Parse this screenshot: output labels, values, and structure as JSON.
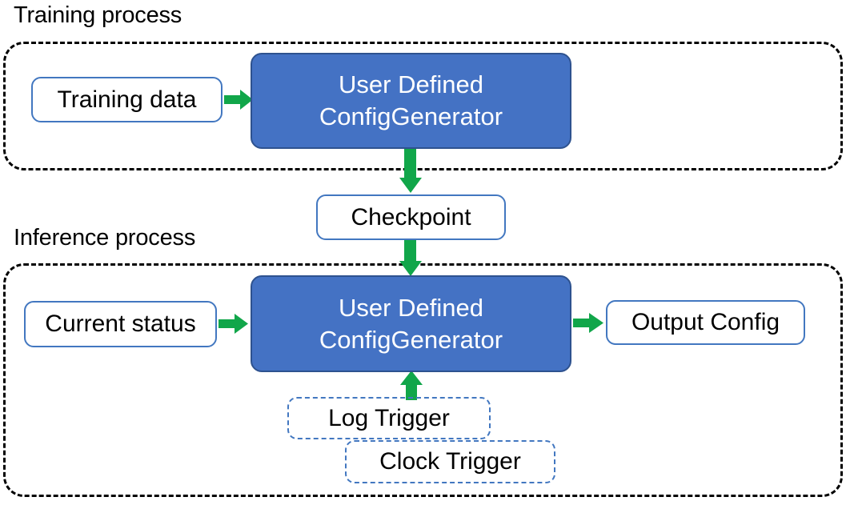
{
  "diagram": {
    "title_training": "Training process",
    "title_inference": "Inference process",
    "colors": {
      "process_box_fill": "#4472C4",
      "process_box_border": "#2E528F",
      "plain_box_border": "#4277C0",
      "trigger_box_border": "#4277C0",
      "arrow": "#11A64A",
      "container_border": "#000000",
      "text_dark": "#000000",
      "text_light": "#FFFFFF"
    },
    "nodes": {
      "training_data": "Training data",
      "udcg_training_line1": "User Defined",
      "udcg_training_line2": "ConfigGenerator",
      "checkpoint": "Checkpoint",
      "current_status": "Current status",
      "udcg_inference_line1": "User Defined",
      "udcg_inference_line2": "ConfigGenerator",
      "output_config": "Output Config",
      "log_trigger": "Log Trigger",
      "clock_trigger": "Clock Trigger"
    },
    "edges": [
      {
        "from": "training_data",
        "to": "udcg_training",
        "direction": "right"
      },
      {
        "from": "udcg_training",
        "to": "checkpoint",
        "direction": "down"
      },
      {
        "from": "checkpoint",
        "to": "udcg_inference",
        "direction": "down"
      },
      {
        "from": "current_status",
        "to": "udcg_inference",
        "direction": "right"
      },
      {
        "from": "udcg_inference",
        "to": "output_config",
        "direction": "right"
      },
      {
        "from": "log_trigger",
        "to": "udcg_inference",
        "direction": "up"
      }
    ]
  }
}
